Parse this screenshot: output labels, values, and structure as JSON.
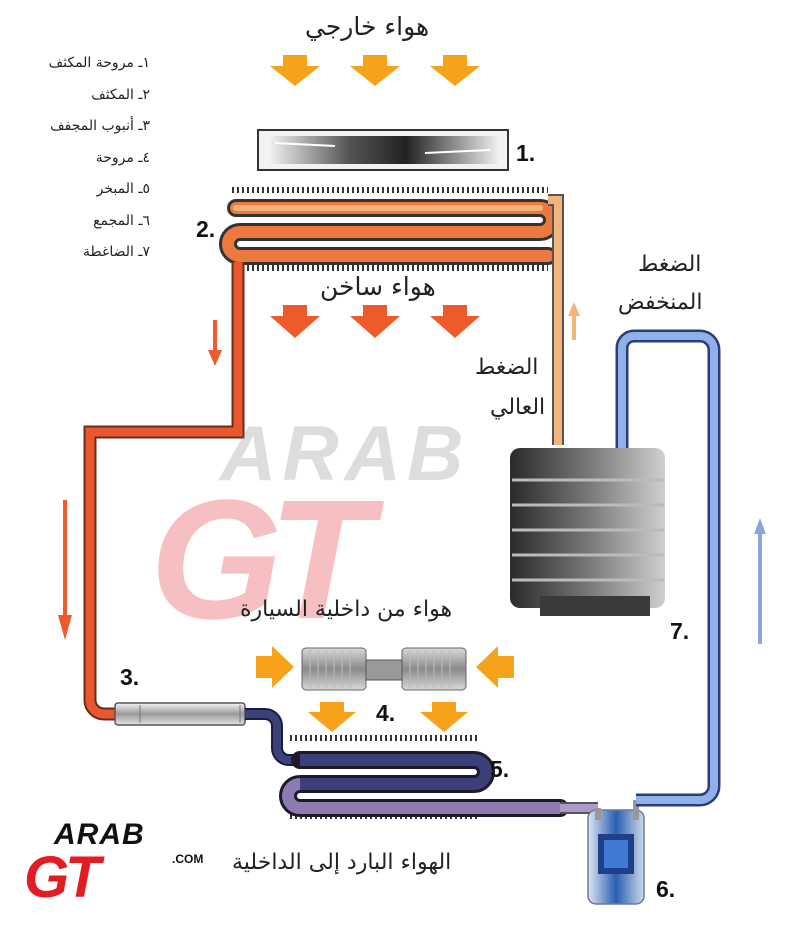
{
  "legend": [
    "١ـ مروحة المكثف",
    "٢ـ المكثف",
    "٣ـ أنبوب المجفف",
    "٤ـ مروحة",
    "٥ـ المبخر",
    "٦ـ المجمع",
    "٧ـ الضاغطة"
  ],
  "labels": {
    "outside_air": "هواء خارجي",
    "hot_air": "هواء ساخن",
    "high_pressure_1": "الضغط",
    "high_pressure_2": "العالي",
    "low_pressure_1": "الضغط",
    "low_pressure_2": "المنخفض",
    "cabin_air": "هواء من داخلية السيارة",
    "cold_air": "الهواء البارد إلى الداخلية"
  },
  "numbers": {
    "n1": "1.",
    "n2": "2.",
    "n3": "3.",
    "n4": "4.",
    "n5": "5.",
    "n6": "6.",
    "n7": "7."
  },
  "logo": {
    "line1": "ARAB",
    "line2": "GT",
    "suffix": ".COM"
  },
  "colors": {
    "hot_pipe": "#e9572f",
    "warm_pipe": "#f3b47b",
    "cold_pipe": "#3b4fa6",
    "low_pipe": "#6f8fd6",
    "evaporator_pipe": "#8d7bb2",
    "arrow_orange": "#f7a21b",
    "arrow_red": "#ef5a2c",
    "brand_red": "#e21c23"
  }
}
